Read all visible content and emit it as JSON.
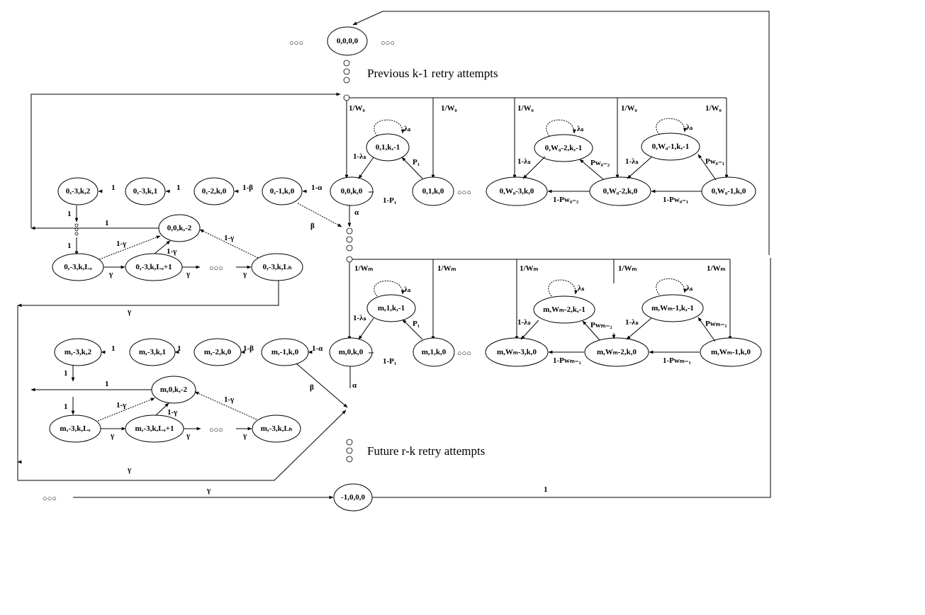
{
  "captions": {
    "previous": "Previous  k-1  retry attempts",
    "future": "Future  r-k  retry attempts"
  },
  "ellipsis_glyph": "○○○",
  "nodes": {
    "n0000": "0,0,0,0",
    "nm1000": "-1,0,0,0",
    "s0": {
      "a": "0,0,k,0",
      "b": "0,1,k,-1",
      "c": "0,1,k,0",
      "d": "0,W₀-3,k,0",
      "e": "0,W₀-2,k,-1",
      "f": "0,W₀-2,k,0",
      "g": "0,W₀-1,k,-1",
      "h": "0,W₀-1,k,0",
      "i": "0,-1,k,0",
      "j": "0,-2,k,0",
      "k": "0,-3,k,1",
      "l": "0,-3,k,2",
      "m": "0,0,k,-2",
      "n": "0,-3,k,Lₒ",
      "o": "0,-3,k,Lₒ+1",
      "p": "0,-3,k,Lₕ"
    },
    "sm": {
      "a": "m,0,k,0",
      "b": "m,1,k,-1",
      "c": "m,1,k,0",
      "d": "m,Wₘ-3,k,0",
      "e": "m,Wₘ-2,k,-1",
      "f": "m,Wₘ-2,k,0",
      "g": "m,Wₘ-1,k,-1",
      "h": "m,Wₘ-1,k,0",
      "i": "m,-1,k,0",
      "j": "m,-2,k,0",
      "k": "m,-3,k,1",
      "l": "m,-3,k,2",
      "m": "m,0,k,-2",
      "n": "m,-3,k,Lₒ",
      "o": "m,-3,k,Lₒ+1",
      "p": "m,-3,k,Lₕ"
    }
  },
  "edge_labels": {
    "s0": {
      "w": "1/W₀",
      "lam": "λₛ",
      "one_minus_lam": "1-λₛ",
      "p1": "P₁",
      "one_minus_p1": "1-P₁",
      "pw2": "Pᴡ₀₋₂",
      "pw1": "Pᴡ₀₋₁",
      "one_minus_pw2": "1-Pᴡ₀₋₂",
      "one_minus_pw1": "1-Pᴡ₀₋₁",
      "alpha": "α",
      "one_minus_alpha": "1-α",
      "beta": "β",
      "one_minus_beta": "1-β",
      "one": "1",
      "gamma": "γ",
      "one_minus_gamma": "1-γ"
    },
    "sm": {
      "w": "1/Wₘ",
      "lam": "λₛ",
      "one_minus_lam": "1-λₛ",
      "p1": "P₁",
      "one_minus_p1": "1-P₁",
      "pw2": "Pᴡₘ₋₂",
      "pw1": "Pᴡₘ₋₁",
      "one_minus_pw2": "1-Pᴡₘ₋₂",
      "one_minus_pw1": "1-Pᴡₘ₋₁",
      "alpha": "α",
      "one_minus_alpha": "1-α",
      "beta": "β",
      "one_minus_beta": "1-β",
      "one": "1",
      "gamma": "γ",
      "one_minus_gamma": "1-γ"
    },
    "bottom_gamma": "γ",
    "bottom_one": "1",
    "return_gamma": "γ"
  }
}
